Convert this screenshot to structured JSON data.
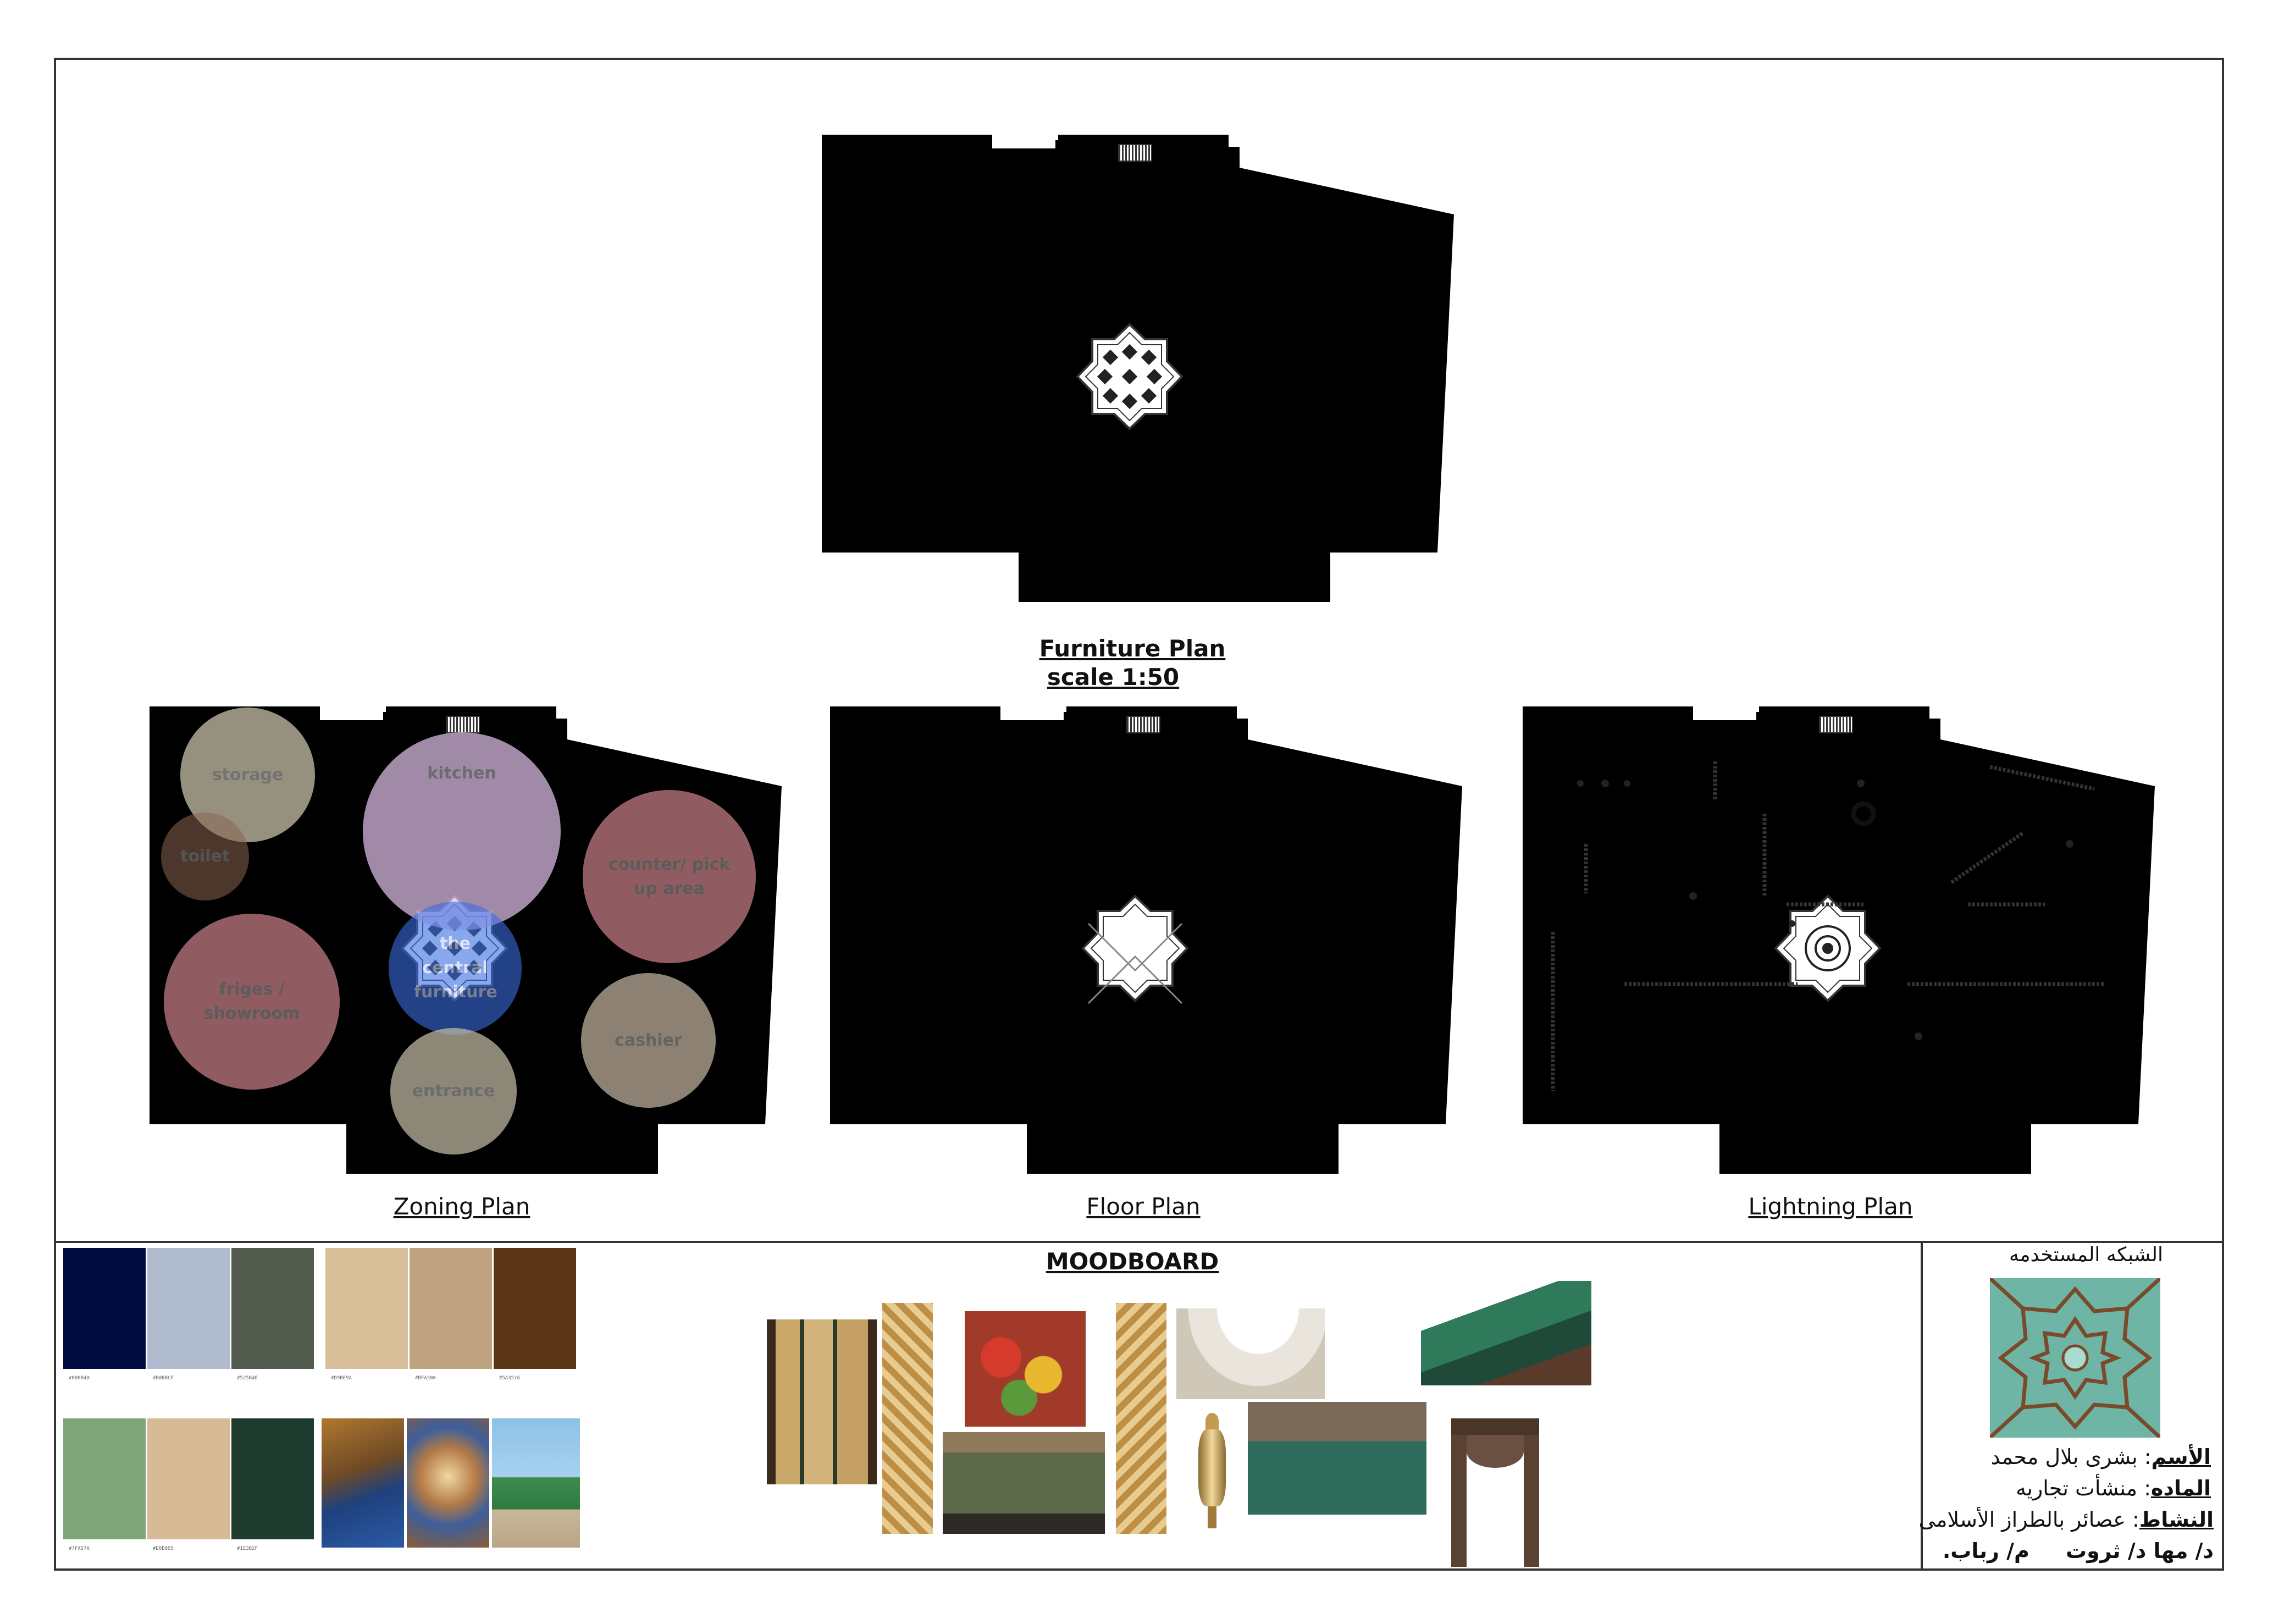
{
  "captions": {
    "furniture_title": "Furniture Plan",
    "furniture_scale": "scale 1:50",
    "zoning": "Zoning Plan",
    "floor": "Floor Plan",
    "lighting": "Lightning Plan",
    "moodboard": "MOODBOARD"
  },
  "zones": {
    "storage": "storage",
    "toilet": "toilet",
    "kitchen": "kitchen",
    "counter": "counter/ pick up area",
    "central": "the central furniture",
    "friges": "friges / showroom",
    "cashier": "cashier",
    "entrance": "entrance"
  },
  "zone_colors": {
    "storage": "#c8c1aa",
    "toilet": "#8a6450",
    "kitchen": "#e6c4f0",
    "counter": "#f29aa2",
    "central": "#3a6de0",
    "friges": "#f29aa2",
    "cashier": "#d8c6b0",
    "entrance": "#c8c1aa"
  },
  "palette": [
    {
      "hex": "#000B40",
      "code": "#000B40"
    },
    {
      "hex": "#B0BBCF",
      "code": "#B0BBCF"
    },
    {
      "hex": "#525B4E",
      "code": "#525B4E"
    },
    {
      "hex": "#D9BE9A",
      "code": "#D9BE9A"
    },
    {
      "hex": "#BFA380",
      "code": "#BFA380"
    },
    {
      "hex": "#5A3516",
      "code": "#5A3516"
    },
    {
      "hex": "#7FA57A",
      "code": "#7FA57A"
    },
    {
      "hex": "#D8B995",
      "code": "#D8B995"
    },
    {
      "hex": "#1E3B2F",
      "code": "#1E3B2F"
    }
  ],
  "sidebar": {
    "pattern_title": "الشبكه المستخدمه",
    "name_label": "الأسم",
    "name_value": ": بشرى بلال محمد",
    "subject_label": "الماده",
    "subject_value": ": منشأت تجاريه",
    "activity_label": "النشاط",
    "activity_value": ": عصائر بالطراز الأسلامى",
    "supervisors": "د/ مها د/ ثروت     م/ رباب."
  }
}
